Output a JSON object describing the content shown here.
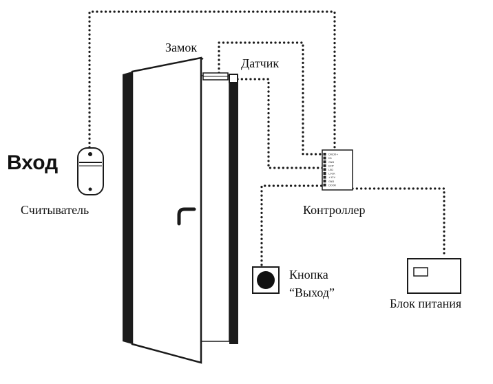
{
  "labels": {
    "entry": "Вход",
    "reader": "Считыватель",
    "lock": "Замок",
    "sensor": "Датчик",
    "controller": "Контроллер",
    "button_line1": "Кнопка",
    "button_line2": "“Выход”",
    "power_supply": "Блок питания"
  },
  "controller_terminals": [
    "D0/D0+",
    "D1",
    "GND",
    "EXIT",
    "LED",
    "LOCK",
    "+12V",
    "GND",
    "DOOR"
  ],
  "colors": {
    "ink": "#111111",
    "door_edge": "#1c1c1c",
    "background": "#ffffff"
  }
}
